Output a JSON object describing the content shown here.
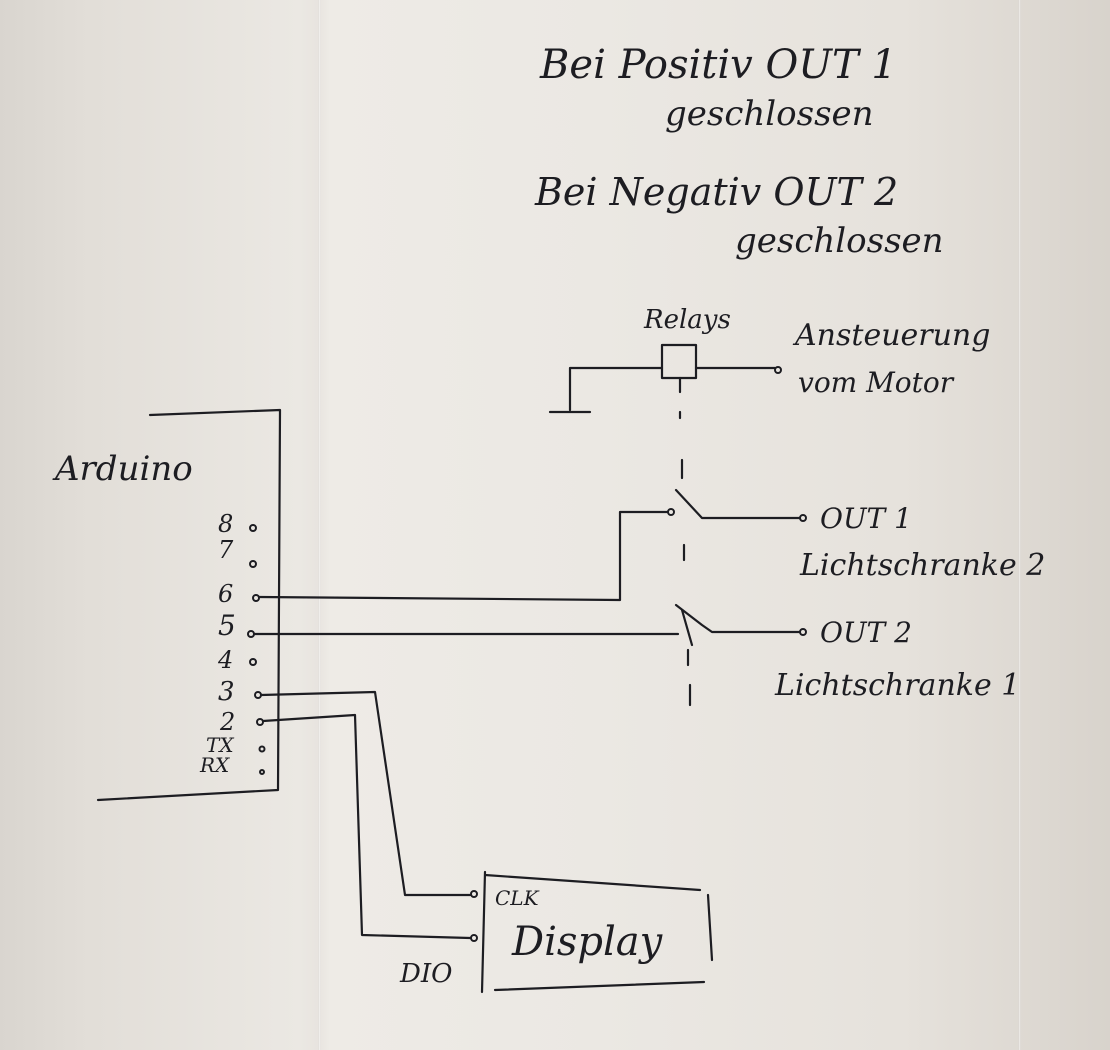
{
  "notes": {
    "line1": "Bei Positiv OUT 1",
    "line2": "geschlossen",
    "line3": "Bei Negativ OUT 2",
    "line4": "geschlossen"
  },
  "relay": {
    "label": "Relays",
    "output_label_1": "Ansteuerung",
    "output_label_2": "vom Motor"
  },
  "arduino": {
    "label": "Arduino",
    "pins": [
      "8",
      "7",
      "6",
      "5",
      "4",
      "3",
      "2",
      "TX",
      "RX"
    ]
  },
  "outputs": [
    {
      "name": "OUT 1",
      "sensor": "Lichtschranke 2"
    },
    {
      "name": "OUT 2",
      "sensor": "Lichtschranke 1"
    }
  ],
  "display": {
    "title": "Display",
    "clk_label": "CLK",
    "dio_label": "DIO"
  },
  "colors": {
    "ink": "#1d1d22",
    "paper": "#e6e2dc"
  }
}
